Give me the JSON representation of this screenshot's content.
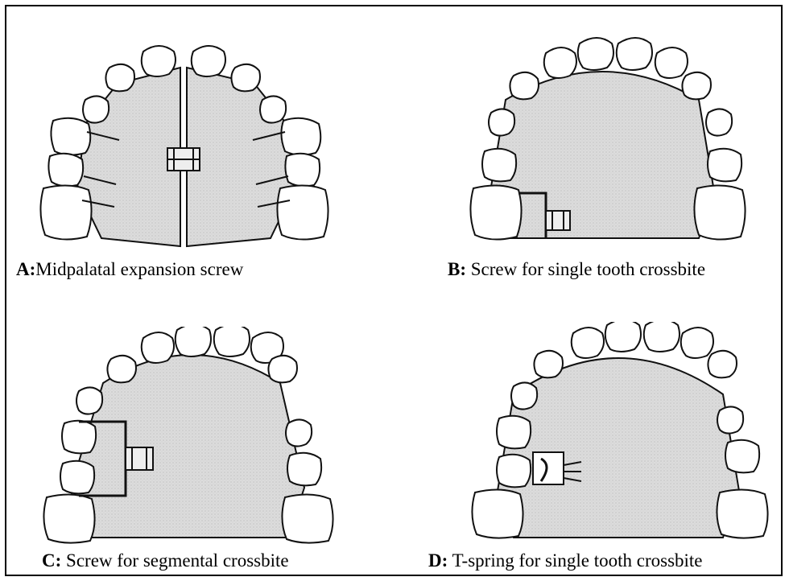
{
  "panels": [
    {
      "letter": "A:",
      "text": "Midpalatal expansion screw"
    },
    {
      "letter": "B:",
      "text": " Screw for single tooth crossbite"
    },
    {
      "letter": "C:",
      "text": " Screw for segmental crossbite"
    },
    {
      "letter": "D:",
      "text": " T-spring for single tooth crossbite"
    }
  ]
}
